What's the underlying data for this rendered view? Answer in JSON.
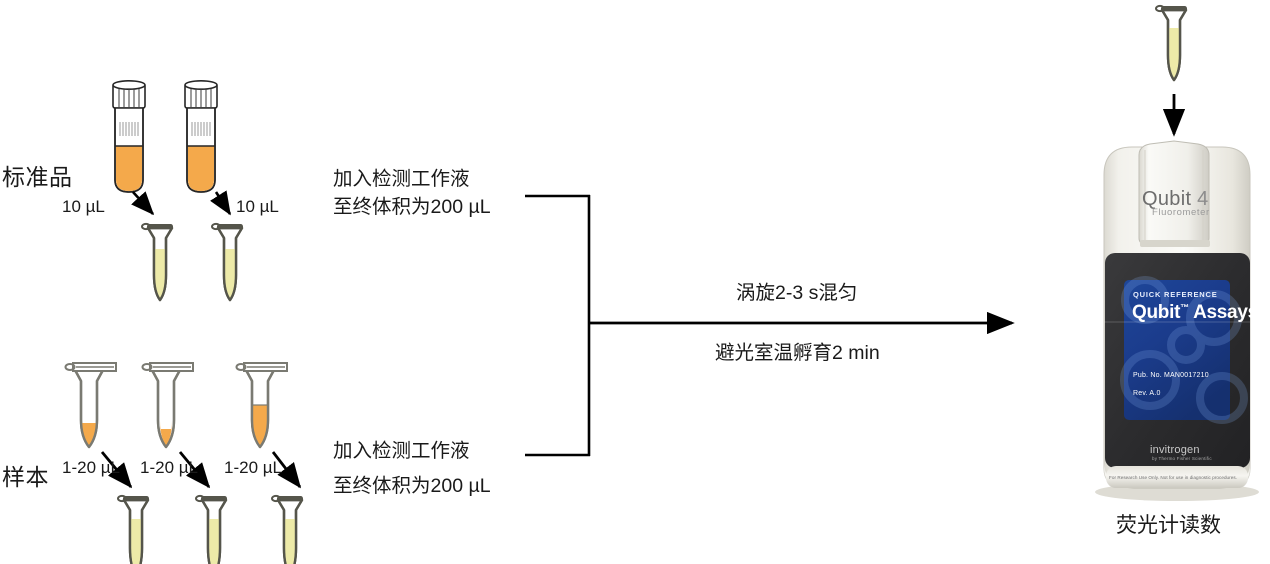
{
  "diagram": {
    "title_caption": "荧光计读数",
    "row_labels": {
      "standards": "标准品",
      "samples": "样本"
    },
    "standards": {
      "volume_left": "10 µL",
      "volume_right": "10 µL",
      "assay_line1": "加入检测工作液",
      "assay_line2": "至终体积为200 µL",
      "source_tube_count": 2,
      "dest_tube_count": 2
    },
    "samples": {
      "volume_1": "1-20 µL",
      "volume_2": "1-20 µL",
      "volume_3": "1-20 µL",
      "assay_line1": "加入检测工作液",
      "assay_line2": "至终体积为200 µL",
      "source_tube_count": 3,
      "dest_tube_count": 3
    },
    "process_arrow": {
      "label_above": "涡旋2-3 s混匀",
      "label_below": "避光室温孵育2 min"
    },
    "instrument": {
      "brand_line1": "Qubit",
      "brand_model": "4",
      "brand_line2": "Fluorometer",
      "screen_eyebrow": "QUICK REFERENCE",
      "screen_title": "Qubit",
      "screen_title_tm": "™",
      "screen_title_rest": "Assays",
      "screen_pub": "Pub. No. MAN0017210",
      "screen_rev": "Rev. A.0",
      "footer_brand": "invitrogen",
      "footer_brand_sub": "by Thermo Fisher Scientific",
      "base_disclaimer": "For Research Use Only. Not for use in diagnostic procedures."
    },
    "colors": {
      "orange_fill": "#F4A94B",
      "orange_fill_light": "#F7B968",
      "yellow_fill": "#EDEAA8",
      "tube_outline": "#55554B",
      "vial_outline": "#262626",
      "arrow": "#000000",
      "screen_blue": "#1B3E8F",
      "instrument_body": "#EDECE6",
      "instrument_dark": "#2F2F31"
    }
  }
}
